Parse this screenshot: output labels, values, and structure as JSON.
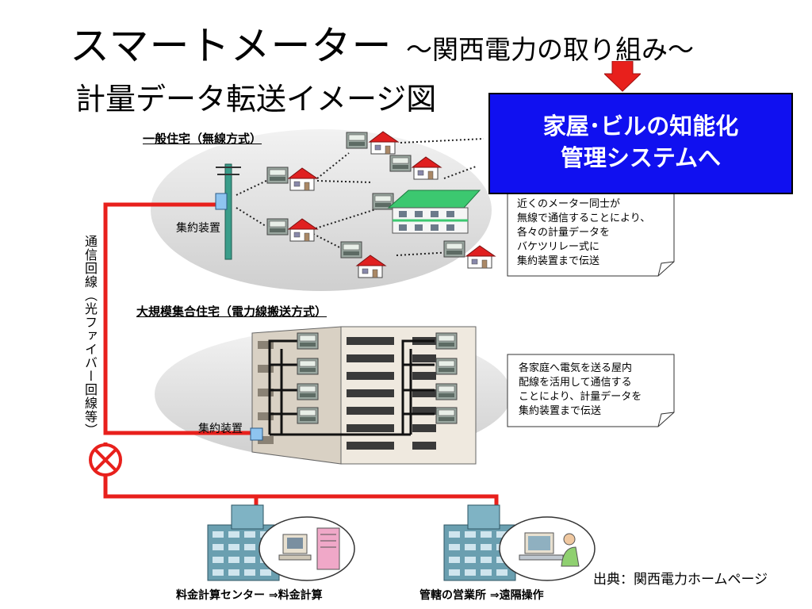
{
  "title": {
    "main": "スマートメーター",
    "sub": "～関西電力の取り組み～",
    "subtitle": "計量データ転送イメージ図"
  },
  "callout": {
    "line1": "家屋･ビルの知能化",
    "line2": "管理システムへ"
  },
  "sections": {
    "residential": {
      "label": "一般住宅（無線方式）",
      "concentrator_label": "集約装置",
      "note": [
        "近くのメーター同士が",
        "無線で通信することにより、",
        "各々の計量データを",
        "バケツリレー式に",
        "集約装置まで伝送"
      ]
    },
    "apartment": {
      "label": "大規模集合住宅（電力線搬送方式）",
      "concentrator_label": "集約装置",
      "note": [
        "各家庭へ電気を送る屋内",
        "配線を活用して通信する",
        "ことにより、計量データを",
        "集約装置まで伝送"
      ]
    }
  },
  "line_label": "通信回線（光ファイバー回線等）",
  "destinations": {
    "billing": "料金計算センター ⇒料金計算",
    "office": "管轄の営業所 ⇒遠隔操作"
  },
  "source": "出典：関西電力ホームページ",
  "colors": {
    "line": "#e8201c",
    "callout_bg": "#1010f0",
    "ellipse": "#d8d8d8",
    "house_roof": "#e02020",
    "apartment_roof": "#3cc870",
    "building": "#6a9fb0"
  }
}
